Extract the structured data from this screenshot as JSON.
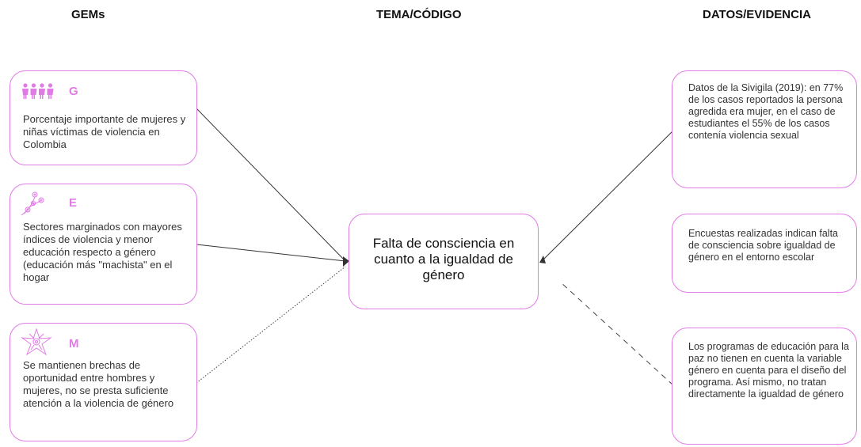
{
  "headers": {
    "gems": "GEMs",
    "tema": "TEMA/CÓDIGO",
    "datos": "DATOS/EVIDENCIA"
  },
  "gems": [
    {
      "letter": "G",
      "icon": "women-group-icon",
      "text": "Porcentaje importante de mujeres y niñas víctimas de violencia en Colombia"
    },
    {
      "letter": "E",
      "icon": "flowers-icon",
      "text": "Sectores marginados con mayores índices de violencia y menor educación respecto a género (educación más \"machista\" en el hogar"
    },
    {
      "letter": "M",
      "icon": "star-flower-icon",
      "text": "Se mantienen brechas de oportunidad entre hombres y mujeres, no se presta suficiente atención a la violencia de género"
    }
  ],
  "tema": {
    "text": "Falta de consciencia en cuanto a la igualdad de género"
  },
  "evidencia": [
    {
      "text": "Datos de la Sivigila (2019): en 77% de los casos reportados la persona agredida era mujer, en el caso de estudiantes el 55% de los casos contenía violencia sexual"
    },
    {
      "text": "Encuestas realizadas indican falta de consciencia sobre igualdad de género en el entorno escolar"
    },
    {
      "text": "Los programas de educación para la paz no tienen en cuenta la variable género en cuenta para el diseño del programa. Así mismo, no tratan directamente la igualdad de género"
    }
  ],
  "colors": {
    "accent": "#e07be6",
    "line": "#333333"
  }
}
